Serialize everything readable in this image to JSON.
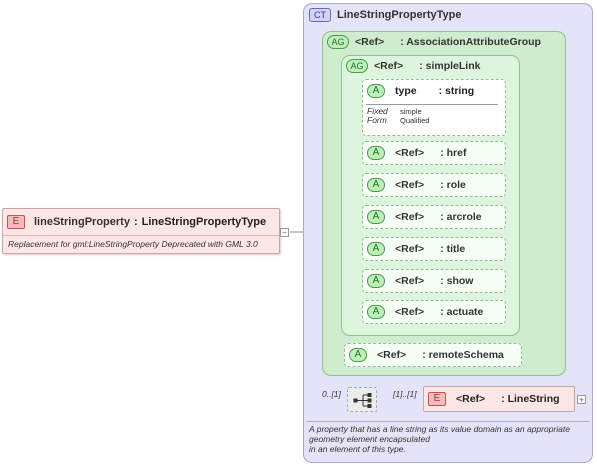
{
  "root_element": {
    "badge": "E",
    "name": "lineStringProperty",
    "separator": ":",
    "type": "LineStringPropertyType",
    "documentation": "Replacement for gml:LineStringProperty Deprecated with GML 3.0",
    "collapse_symbol": "−"
  },
  "complex_type": {
    "badge": "CT",
    "name": "LineStringPropertyType",
    "documentation_lines": [
      "A property that has a line string as its value domain as an appropriate",
      "geometry element encapsulated",
      "in an element of this type."
    ]
  },
  "association_group": {
    "badge": "AG",
    "ref": "<Ref>",
    "name": ": AssociationAttributeGroup"
  },
  "simple_link_group": {
    "badge": "AG",
    "ref": "<Ref>",
    "name": ": simpleLink"
  },
  "type_attribute": {
    "badge": "A",
    "name": "type",
    "type": ": string",
    "facets": [
      {
        "key": "Fixed",
        "value": "simple"
      },
      {
        "key": "Form",
        "value": "Qualified"
      }
    ]
  },
  "attributes": [
    {
      "badge": "A",
      "ref": "<Ref>",
      "name": ": href"
    },
    {
      "badge": "A",
      "ref": "<Ref>",
      "name": ": role"
    },
    {
      "badge": "A",
      "ref": "<Ref>",
      "name": ": arcrole"
    },
    {
      "badge": "A",
      "ref": "<Ref>",
      "name": ": title"
    },
    {
      "badge": "A",
      "ref": "<Ref>",
      "name": ": show"
    },
    {
      "badge": "A",
      "ref": "<Ref>",
      "name": ": actuate"
    }
  ],
  "remote_schema": {
    "badge": "A",
    "ref": "<Ref>",
    "name": ": remoteSchema"
  },
  "sequence": {
    "min_max": "0..[1]",
    "child_card": "[1]..[1]"
  },
  "line_string": {
    "badge": "E",
    "ref": "<Ref>",
    "name": ": LineString",
    "expand_symbol": "+"
  },
  "colors": {
    "element_fill": "#fde7e6",
    "complex_type_fill": "#e4e4f8",
    "attribute_group_fill": "#cfeccf",
    "attribute_fill": "#f5fff5"
  }
}
